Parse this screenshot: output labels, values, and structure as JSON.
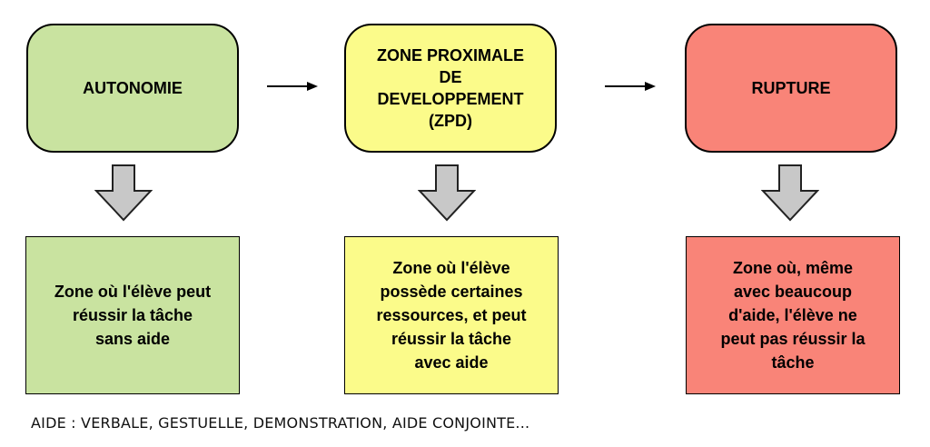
{
  "zones": [
    {
      "id": "autonomie",
      "label": "AUTONOMIE",
      "color": "#c9e3a0"
    },
    {
      "id": "zpd",
      "label": "ZONE PROXIMALE\nDE\nDEVELOPPEMENT\n(ZPD)",
      "color": "#fbfb8a"
    },
    {
      "id": "rupture",
      "label": "RUPTURE",
      "color": "#f98478"
    }
  ],
  "descriptions": [
    {
      "text": "Zone où l'élève peut\nréussir la tâche\nsans aide",
      "color": "#c9e3a0"
    },
    {
      "text": "Zone où l'élève\npossède certaines\nressources, et peut\nréussir la tâche\navec aide",
      "color": "#fbfb8a"
    },
    {
      "text": "Zone où, même\navec beaucoup\nd'aide, l'élève ne\npeut pas réussir la\ntâche",
      "color": "#f98478"
    }
  ],
  "footer": "AIDE : VERBALE, GESTUELLE, DEMONSTRATION, AIDE CONJOINTE...",
  "arrow_fill": "#c8c8c8"
}
